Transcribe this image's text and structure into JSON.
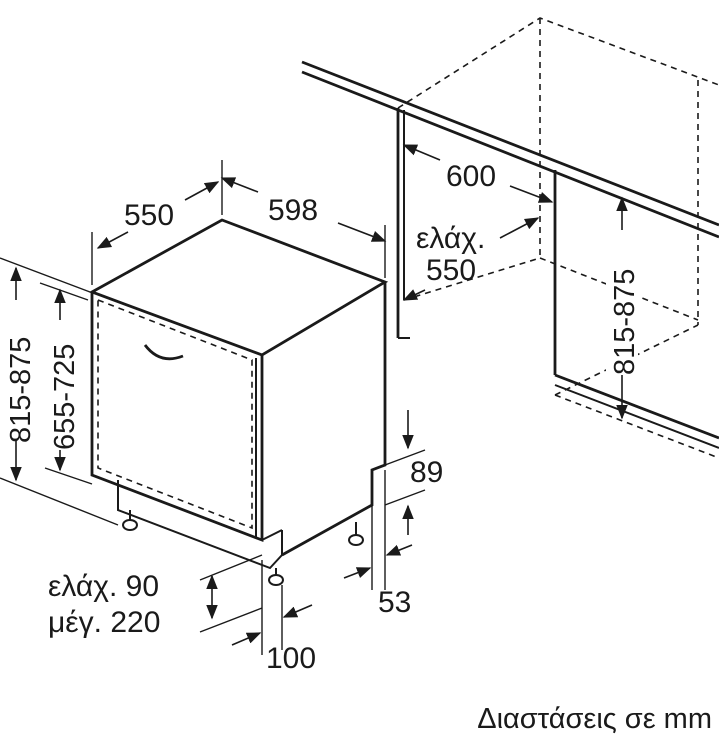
{
  "dimensions": {
    "width": "598",
    "depth": "550",
    "height_range": "815-875",
    "appliance_height_range": "655-725",
    "niche_width": "600",
    "niche_depth_min_label": "ελάχ.",
    "niche_depth_min_value": "550",
    "niche_height_range": "815-875",
    "plinth_gap": "89",
    "toe_kick": "53",
    "foot_setback": "100",
    "plinth_min": "ελάχ. 90",
    "plinth_max": "μέγ. 220"
  },
  "caption": "Διαστάσεις σε mm"
}
